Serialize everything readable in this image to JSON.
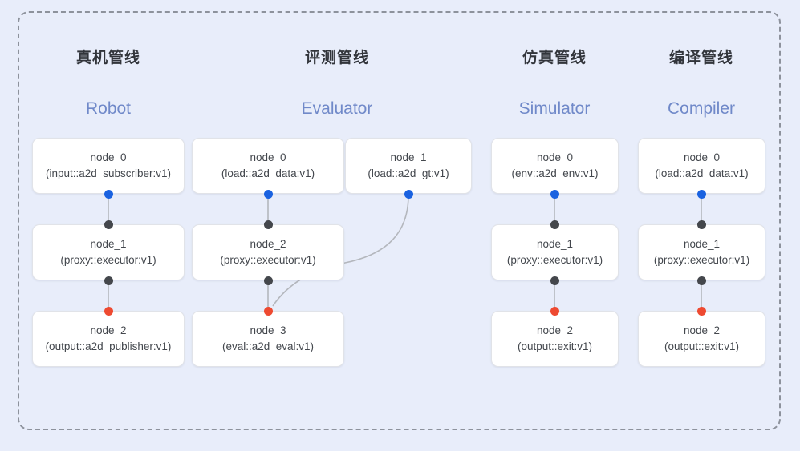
{
  "diagram": {
    "frame_style": "dashed-rounded",
    "background_color": "#e8edfa",
    "frame_color": "#8d929c"
  },
  "palette": {
    "dot_output": "#1a62e0",
    "dot_chain": "#44474c",
    "dot_input": "#ee4a31",
    "title_cn": "#32353b",
    "title_en": "#7089c9",
    "node_bg": "#ffffff",
    "node_text": "#43474d",
    "edge": "#b4b7bd"
  },
  "columns": [
    {
      "key": "robot",
      "title_cn": "真机管线",
      "title_en": "Robot",
      "nodes": [
        {
          "id": "node_0",
          "type": "(input::a2d_subscriber:v1)"
        },
        {
          "id": "node_1",
          "type": "(proxy::executor:v1)"
        },
        {
          "id": "node_2",
          "type": "(output::a2d_publisher:v1)"
        }
      ]
    },
    {
      "key": "evaluator",
      "title_cn": "评测管线",
      "title_en": "Evaluator",
      "nodes": [
        {
          "id": "node_0",
          "type": "(load::a2d_data:v1)"
        },
        {
          "id": "node_1",
          "type": "(load::a2d_gt:v1)"
        },
        {
          "id": "node_2",
          "type": "(proxy::executor:v1)"
        },
        {
          "id": "node_3",
          "type": "(eval::a2d_eval:v1)"
        }
      ]
    },
    {
      "key": "simulator",
      "title_cn": "仿真管线",
      "title_en": "Simulator",
      "nodes": [
        {
          "id": "node_0",
          "type": "(env::a2d_env:v1)"
        },
        {
          "id": "node_1",
          "type": "(proxy::executor:v1)"
        },
        {
          "id": "node_2",
          "type": "(output::exit:v1)"
        }
      ]
    },
    {
      "key": "compiler",
      "title_cn": "编译管线",
      "title_en": "Compiler",
      "nodes": [
        {
          "id": "node_0",
          "type": "(load::a2d_data:v1)"
        },
        {
          "id": "node_1",
          "type": "(proxy::executor:v1)"
        },
        {
          "id": "node_2",
          "type": "(output::exit:v1)"
        }
      ]
    }
  ]
}
